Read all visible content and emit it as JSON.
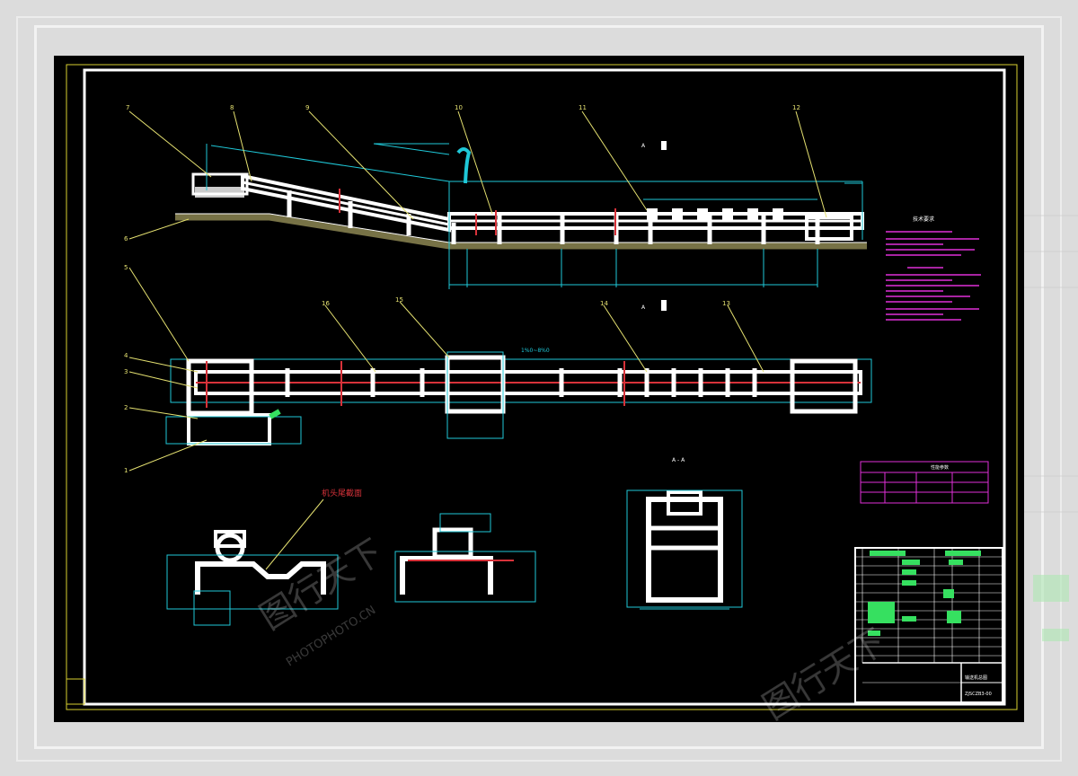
{
  "drawing": {
    "part_numbers": [
      "7",
      "8",
      "9",
      "10",
      "11",
      "12",
      "6",
      "5",
      "16",
      "15",
      "14",
      "13",
      "4",
      "3",
      "2",
      "1"
    ],
    "section_label": "A - A",
    "section_marker_top": "A",
    "section_marker_mid": "A",
    "dimension_note": "1%0~8%0",
    "view_caption": "机头尾截面",
    "tech_title": "技术要求",
    "params_title": "性能参数",
    "title_block": {
      "name": "输送机总图",
      "drawing_no": "ZJSCZB3-00"
    }
  },
  "watermark": {
    "brand_cn": "图行天下",
    "brand_en": "PHOTOPHOTO.CN"
  },
  "colors": {
    "background": "#000000",
    "frame": "#ffffff",
    "structure": "#f4f4f4",
    "dimension": "#1fc8d8",
    "leader": "#e4e070",
    "accent_red": "#d8323a",
    "accent_magenta": "#e030d8",
    "accent_green": "#36e060"
  }
}
